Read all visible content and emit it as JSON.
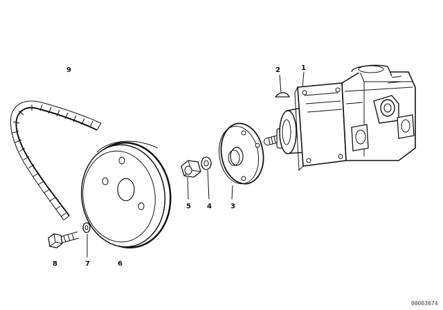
{
  "diagram": {
    "callouts": {
      "c1": "1",
      "c2": "2",
      "c3": "3",
      "c4": "4",
      "c5": "5",
      "c6": "6",
      "c7": "7",
      "c8": "8",
      "c9": "9"
    },
    "reference_code": "00003674"
  },
  "parts": [
    {
      "number": "1",
      "icon": "power-steering-pump-icon"
    },
    {
      "number": "2",
      "icon": "woodruff-key-icon"
    },
    {
      "number": "3",
      "icon": "hub-flange-icon"
    },
    {
      "number": "4",
      "icon": "washer-icon"
    },
    {
      "number": "5",
      "icon": "hex-nut-icon"
    },
    {
      "number": "6",
      "icon": "v-belt-pulley-icon"
    },
    {
      "number": "7",
      "icon": "spring-washer-icon"
    },
    {
      "number": "8",
      "icon": "hex-bolt-icon"
    },
    {
      "number": "9",
      "icon": "v-belt-icon"
    }
  ]
}
